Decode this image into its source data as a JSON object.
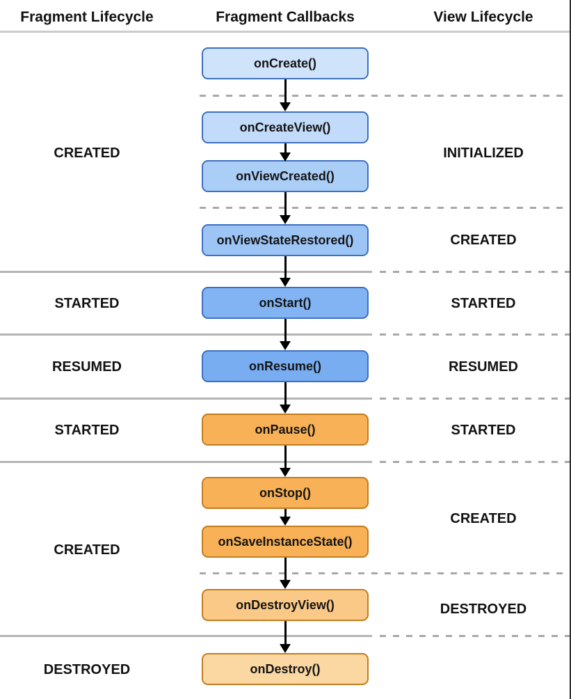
{
  "header": {
    "fragment_lifecycle": "Fragment Lifecycle",
    "fragment_callbacks": "Fragment Callbacks",
    "view_lifecycle": "View Lifecycle"
  },
  "callbacks": [
    {
      "label": "onCreate()",
      "fill": "#cfe3fb",
      "border": "#3e6fc1"
    },
    {
      "label": "onCreateView()",
      "fill": "#c2dbfa",
      "border": "#3e6fc1"
    },
    {
      "label": "onViewCreated()",
      "fill": "#abcef7",
      "border": "#3e6fc1"
    },
    {
      "label": "onViewStateRestored()",
      "fill": "#9cc5f5",
      "border": "#3e6fc1"
    },
    {
      "label": "onStart()",
      "fill": "#82b4f3",
      "border": "#3e6fc1"
    },
    {
      "label": "onResume()",
      "fill": "#79adf1",
      "border": "#3e6fc1"
    },
    {
      "label": "onPause()",
      "fill": "#f8b156",
      "border": "#c27c1f"
    },
    {
      "label": "onStop()",
      "fill": "#f8b156",
      "border": "#c27c1f"
    },
    {
      "label": "onSaveInstanceState()",
      "fill": "#f8b156",
      "border": "#c27c1f"
    },
    {
      "label": "onDestroyView()",
      "fill": "#fac987",
      "border": "#c27c1f"
    },
    {
      "label": "onDestroy()",
      "fill": "#fbd7a2",
      "border": "#c27c1f"
    }
  ],
  "fragment_states": [
    "CREATED",
    "STARTED",
    "RESUMED",
    "STARTED",
    "CREATED",
    "DESTROYED"
  ],
  "view_states": [
    "INITIALIZED",
    "CREATED",
    "STARTED",
    "RESUMED",
    "STARTED",
    "CREATED",
    "DESTROYED"
  ],
  "colors": {
    "solid_divider": "#b4b4b4",
    "dashed_divider": "#a8a8a8",
    "header_divider": "#cccccc",
    "arrow": "#000000",
    "text": "#111111"
  }
}
